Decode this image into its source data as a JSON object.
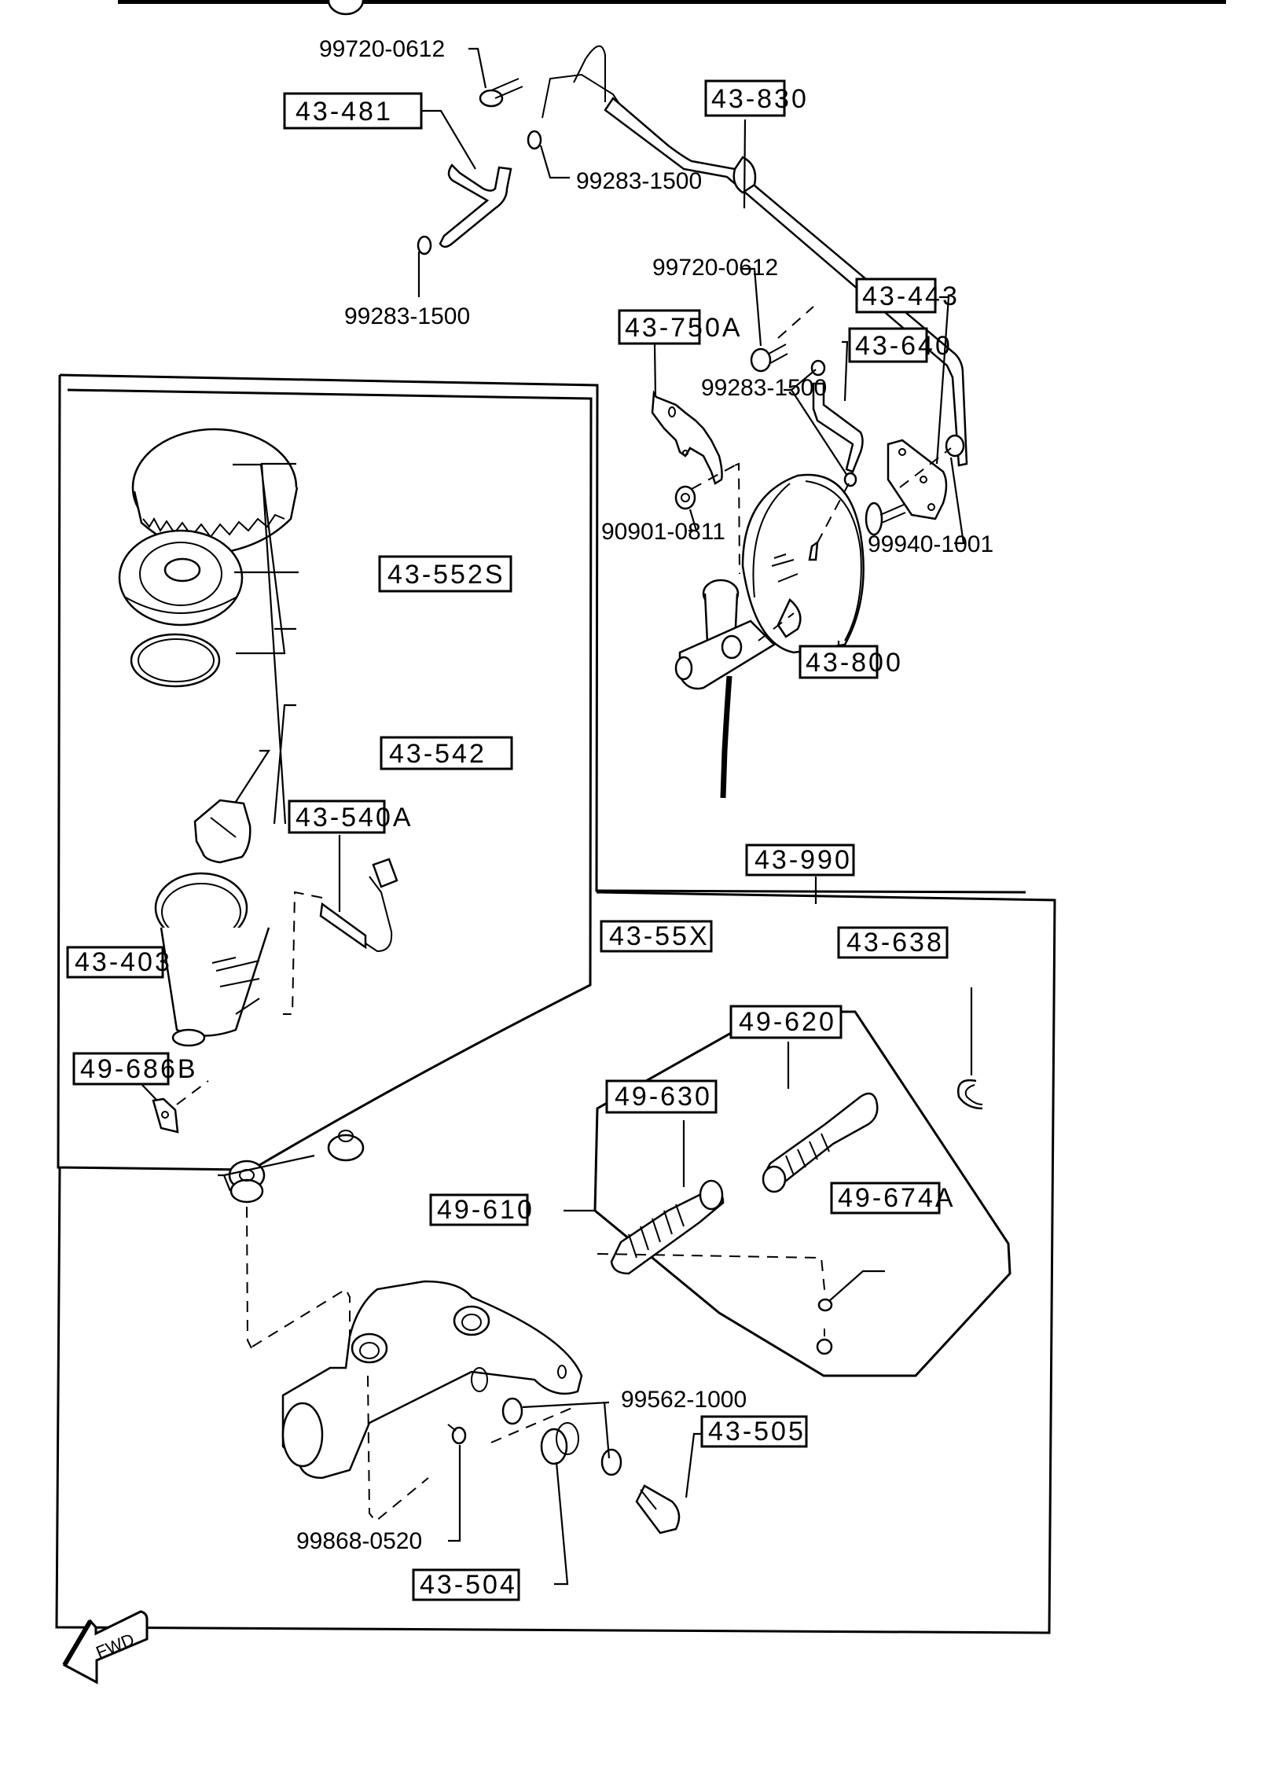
{
  "diagram": {
    "title": "Brake Master Cylinder & Power Brake Booster — Exploded Parts View",
    "boxed_labels": {
      "l43_481": "43-481",
      "l43_830": "43-830",
      "l43_443": "43-443",
      "l43_640": "43-640",
      "l43_750A": "43-750A",
      "l43_800": "43-800",
      "l43_552S": "43-552S",
      "l43_542": "43-542",
      "l43_540A": "43-540A",
      "l43_55X": "43-55X",
      "l43_403": "43-403",
      "l49_686B": "49-686B",
      "l43_990": "43-990",
      "l43_638": "43-638",
      "l49_620": "49-620",
      "l49_630": "49-630",
      "l49_610": "49-610",
      "l49_674A": "49-674A",
      "l43_505": "43-505",
      "l43_504": "43-504"
    },
    "plain_labels": {
      "p99720_0612_top": "99720-0612",
      "p99283_1500_mid": "99283-1500",
      "p99283_1500_left": "99283-1500",
      "p99720_0612_right": "99720-0612",
      "p99283_1500_right": "99283-1500",
      "p90901_0811": "90901-0811",
      "p99940_1001": "99940-1001",
      "p99562_1000": "99562-1000",
      "p99868_0520": "99868-0520"
    },
    "direction_indicator": {
      "label": "FWD"
    }
  }
}
